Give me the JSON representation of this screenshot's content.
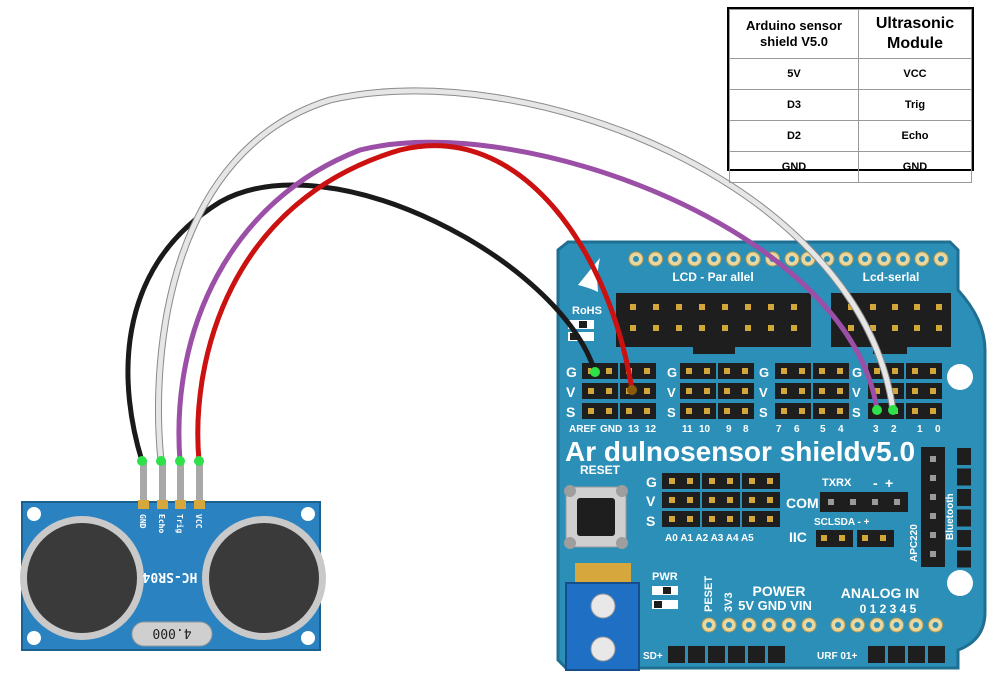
{
  "table": {
    "headers": [
      "Arduino sensor shield V5.0",
      "Ultrasonic Module"
    ],
    "rows": [
      [
        "5V",
        "VCC"
      ],
      [
        "D3",
        "Trig"
      ],
      [
        "D2",
        "Echo"
      ],
      [
        "GND",
        "GND"
      ]
    ]
  },
  "sensor": {
    "model": "HC-SR04",
    "crystal": "4.000",
    "pins": [
      "GND",
      "Echo",
      "Trig",
      "VCC"
    ]
  },
  "shield": {
    "title": "Ar dulnosensor shieldv5.0",
    "lcd_parallel": "LCD - Par  allel",
    "lcd_serial": "Lcd-serlal",
    "rohs": "RoHS",
    "gvs": [
      "G",
      "V",
      "S"
    ],
    "digital_left": [
      "AREF",
      "GND",
      "13",
      "12"
    ],
    "digital_mid": [
      "11",
      "10",
      "9",
      "8"
    ],
    "digital_right1": [
      "7",
      "6",
      "5",
      "4"
    ],
    "digital_right2": [
      "3",
      "2",
      "1",
      "0"
    ],
    "reset": "RESET",
    "analog_pins": "A0 A1 A2 A3 A4 A5",
    "txrx": "TXRX",
    "minus": "-",
    "plus": "+",
    "com": "COM",
    "iic_pins": "SCLSDA - +",
    "iic": "IIC",
    "apc220": "APC220",
    "bluetooth": "Bluetooth",
    "pwr": "PWR",
    "preset": "PESET",
    "v33": "3V3",
    "power": "POWER",
    "power_pins": "5V GND VIN",
    "analog_in": "ANALOG IN",
    "analog_nums": "0 1 2 3 4 5",
    "sd": "SD+",
    "urf": "URF 01+"
  },
  "wires": [
    {
      "name": "black",
      "color": "#1a1a1a"
    },
    {
      "name": "purple",
      "color": "#9b4fa6"
    },
    {
      "name": "red",
      "color": "#cc1111"
    },
    {
      "name": "white",
      "color": "#e6e6e6"
    }
  ],
  "colors": {
    "board": "#2c8fb7",
    "board_edge": "#1f6f92",
    "header": "#1e1e1e",
    "pad": "#d3a63a"
  }
}
